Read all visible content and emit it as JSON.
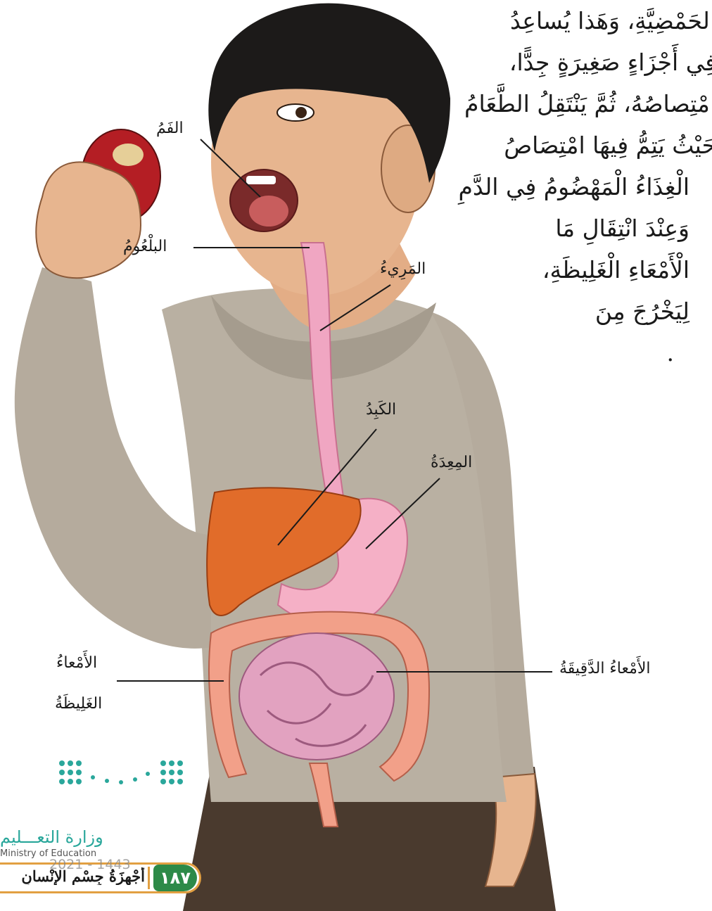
{
  "body_text": {
    "lines": [
      "الحَمْضِيَّةِ، وَهَذا يُساعِدُ",
      "فِي أَجْزَاءٍ صَغِيرَةٍ جِدًّا،",
      "امْتِصاصُهُ، ثُمَّ يَنْتَقِلُ الطَّعَامُ",
      "حَيْثُ يَتِمُّ فِيهَا امْتِصَاصُ",
      "الْغِذَاءُ الْمَهْضُومُ فِي الدَّمِ",
      "وَعِنْدَ انْتِقَالِ مَا",
      "الْأَمْعَاءِ الْغَلِيظَةِ،",
      "لِيَخْرُجَ مِنَ",
      "."
    ]
  },
  "labels": {
    "mouth": "الفَمُ",
    "pharynx": "البلْعُومُ",
    "esophagus": "المَرِيءُ",
    "liver": "الكَبِدُ",
    "stomach": "المِعِدَةُ",
    "large_intestine_line1": "الأَمْعاءُ",
    "large_intestine_line2": "الغَلِيظَةُ",
    "small_intestine": "الأَمْعاءُ الدَّقِيقَةُ"
  },
  "logo": {
    "arabic": "وزارة التعـــليم",
    "english": "Ministry of Education"
  },
  "footer": {
    "page_number": "١٨٧",
    "unit_title": "أَجْهِزَةُ جِسْمِ الإِنْسانِ",
    "year": "2021 - 1443"
  },
  "colors": {
    "accent_green": "#2d8a48",
    "accent_orange": "#e2a042",
    "logo_teal": "#2aa79b"
  }
}
